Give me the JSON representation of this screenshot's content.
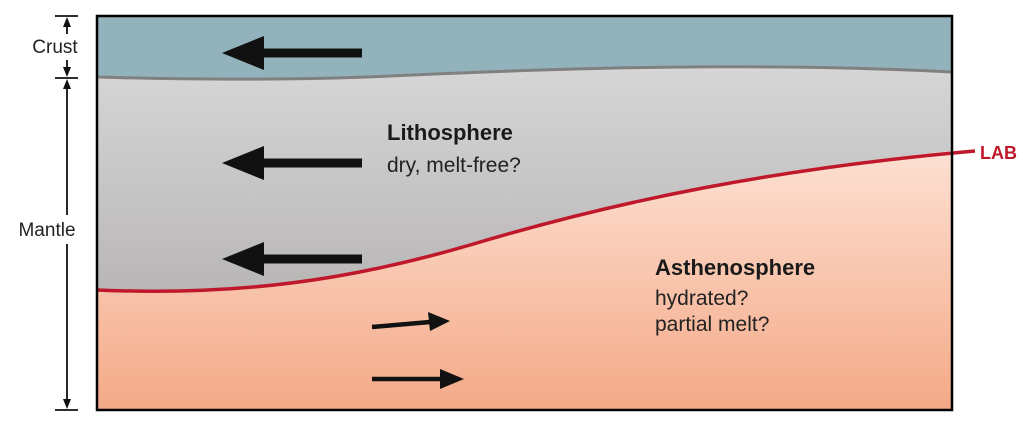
{
  "scale_labels": {
    "crust": "Crust",
    "mantle": "Mantle"
  },
  "layers": {
    "lithosphere": {
      "title": "Lithosphere",
      "description": "dry, melt-free?"
    },
    "asthenosphere": {
      "title": "Asthenosphere",
      "description_lines": [
        "hydrated?",
        "partial melt?"
      ]
    }
  },
  "boundary": {
    "label": "LAB"
  },
  "colors": {
    "crust": "#92b3bc",
    "crust_boundary": "#808080",
    "lithosphere_top": "#d6d6d6",
    "lithosphere_bottom": "#b9b6b6",
    "asthenosphere_top": "#fde0d2",
    "asthenosphere_bottom": "#f4a987",
    "lab_line": "#c0182b",
    "arrows": "#111111",
    "frame": "#000000"
  },
  "arrows": {
    "left_pointing": 3,
    "right_pointing": 2
  }
}
